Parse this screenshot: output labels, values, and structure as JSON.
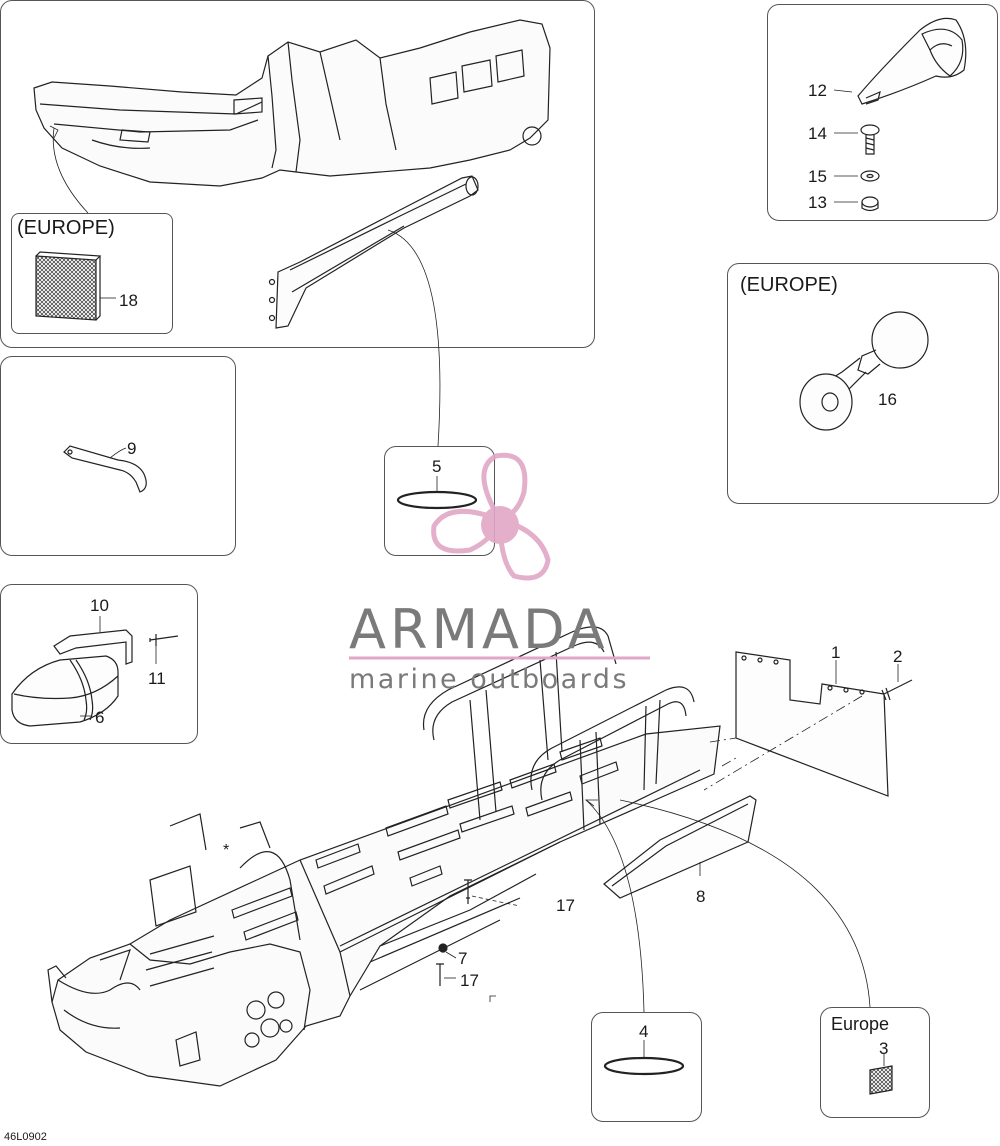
{
  "diagram_code": "46L0902",
  "watermark": {
    "title": "ARMADA",
    "subtitle": "marine outboards",
    "brand_color": "#e0a7c6"
  },
  "regions": {
    "europe_top": "(EUROPE)",
    "europe_horn": "(EUROPE)",
    "europe_bottom": "Europe"
  },
  "callouts": {
    "c1": "1",
    "c2": "2",
    "c3": "3",
    "c4": "4",
    "c5": "5",
    "c6": "6",
    "c7": "7",
    "c8": "8",
    "c9": "9",
    "c10": "10",
    "c11": "11",
    "c12": "12",
    "c13": "13",
    "c14": "14",
    "c15": "15",
    "c16": "16",
    "c17a": "17",
    "c17b": "17",
    "c18": "18"
  },
  "asterisk": "*"
}
